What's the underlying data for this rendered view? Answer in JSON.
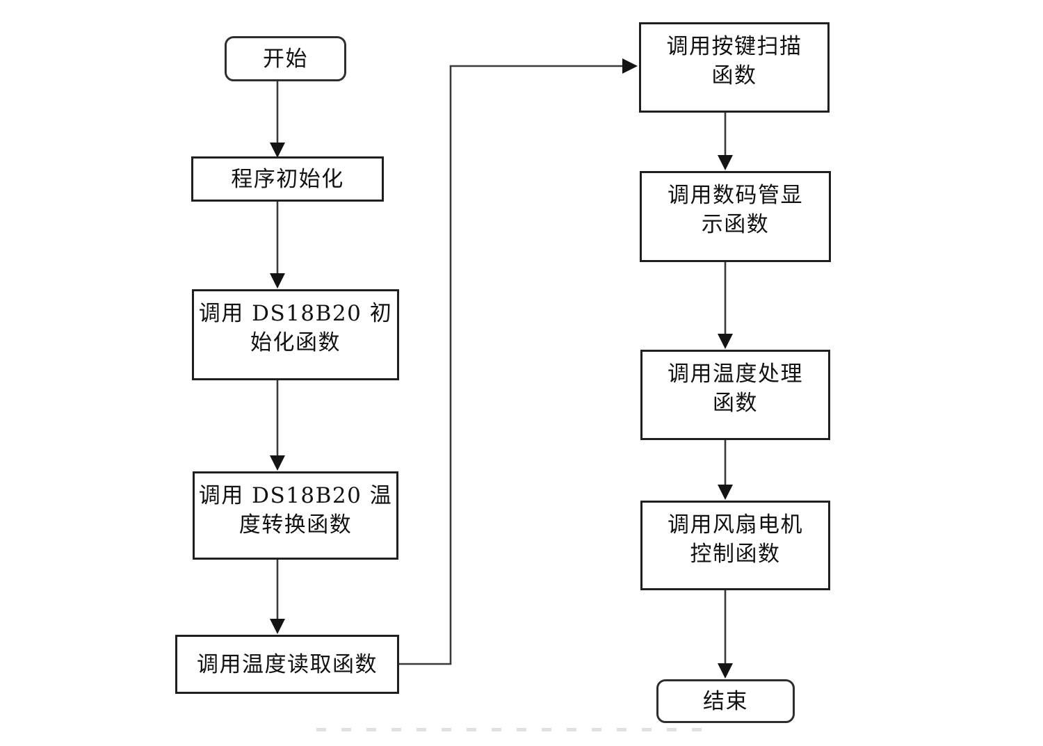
{
  "diagram": {
    "type": "flowchart",
    "colors": {
      "background": "#ffffff",
      "box_border": "#1f1f1f",
      "connector": "#3a3a3a",
      "arrowhead": "#141414",
      "text": "#111111"
    },
    "nodes": {
      "start": {
        "label": "开始",
        "shape": "terminator"
      },
      "prog_init": {
        "label": "程序初始化",
        "shape": "process"
      },
      "ds18b20_init": {
        "label": "调用 DS18B20 初\n始化函数",
        "shape": "process"
      },
      "ds18b20_convert": {
        "label": "调用 DS18B20 温\n度转换函数",
        "shape": "process"
      },
      "temp_read": {
        "label": "调用温度读取函数",
        "shape": "process"
      },
      "key_scan": {
        "label": "调用按键扫描\n函数",
        "shape": "process"
      },
      "seg_display": {
        "label": "调用数码管显\n示函数",
        "shape": "process"
      },
      "temp_process": {
        "label": "调用温度处理\n函数",
        "shape": "process"
      },
      "fan_control": {
        "label": "调用风扇电机\n控制函数",
        "shape": "process"
      },
      "end": {
        "label": "结束",
        "shape": "terminator"
      }
    },
    "edges": [
      {
        "from": "start",
        "to": "prog_init"
      },
      {
        "from": "prog_init",
        "to": "ds18b20_init"
      },
      {
        "from": "ds18b20_init",
        "to": "ds18b20_convert"
      },
      {
        "from": "ds18b20_convert",
        "to": "temp_read"
      },
      {
        "from": "temp_read",
        "to": "key_scan"
      },
      {
        "from": "key_scan",
        "to": "seg_display"
      },
      {
        "from": "seg_display",
        "to": "temp_process"
      },
      {
        "from": "temp_process",
        "to": "fan_control"
      },
      {
        "from": "fan_control",
        "to": "end"
      }
    ]
  }
}
